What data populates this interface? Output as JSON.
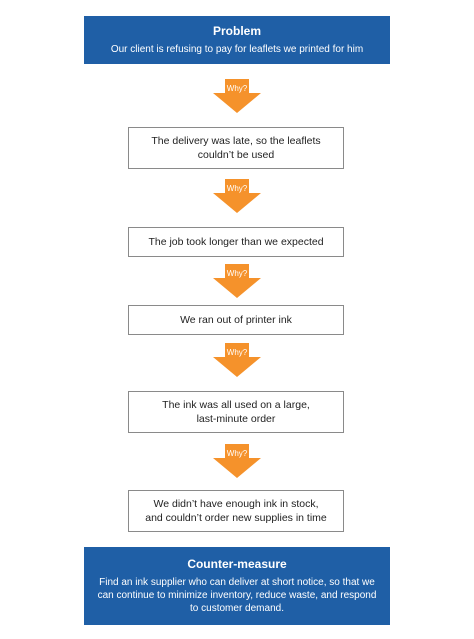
{
  "problem": {
    "title": "Problem",
    "text": "Our client is refusing to pay for leaflets we printed for him"
  },
  "arrow_label": "Why?",
  "steps": [
    {
      "text": "The delivery was late, so the leaflets\ncouldn’t be used"
    },
    {
      "text": "The job took longer than we expected"
    },
    {
      "text": "We ran out of printer ink"
    },
    {
      "text": "The ink was all used on a large,\nlast-minute order"
    },
    {
      "text": "We didn’t have enough ink in stock,\nand couldn’t order new supplies in time"
    }
  ],
  "counter_measure": {
    "title": "Counter-measure",
    "text": "Find an ink supplier who can deliver at short notice, so that we can continue to minimize inventory, reduce waste, and respond to customer demand."
  },
  "colors": {
    "box_blue": "#1f5fa6",
    "arrow_orange": "#f5922b",
    "border_gray": "#8a8a8a"
  }
}
